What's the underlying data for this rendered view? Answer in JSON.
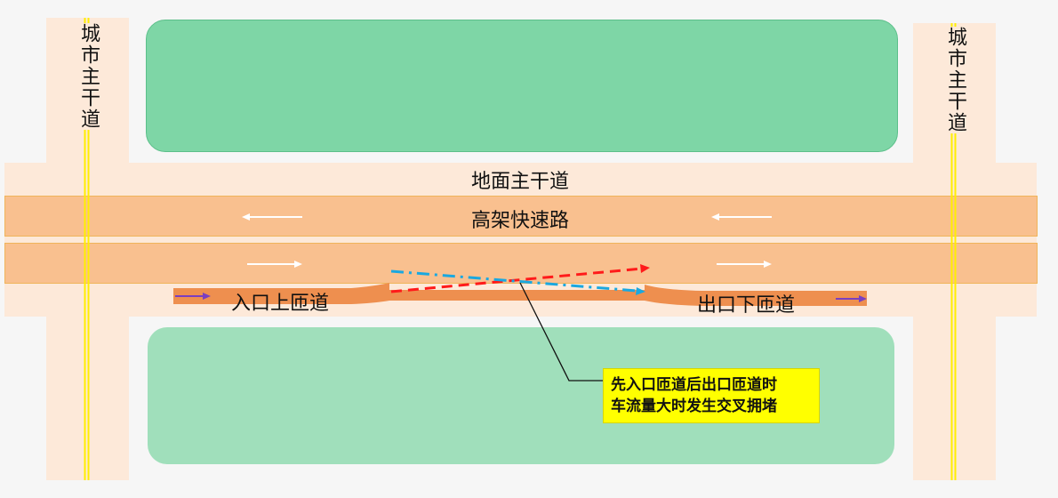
{
  "labels": {
    "arterial_left": "城市主干道",
    "arterial_right": "城市主干道",
    "ground_road": "地面主干道",
    "expressway": "高架快速路",
    "on_ramp": "入口上匝道",
    "off_ramp": "出口下匝道"
  },
  "callout": {
    "line1": "先入口匝道后出口匝道时",
    "line2": "车流量大时发生交叉拥堵"
  },
  "colors": {
    "ground_road": "#fde9d9",
    "green_block_top": "#7ed6a6",
    "green_block_bottom": "#a0dfbb",
    "viaduct": "#f9c08f",
    "ramp": "#ee8f4f",
    "center_line": "#ffee00",
    "merge_path": "#ff1a1a",
    "diverge_path": "#1aa8e0",
    "flow_arrow": "#7a3fc0",
    "callout_bg": "#ffff00"
  }
}
